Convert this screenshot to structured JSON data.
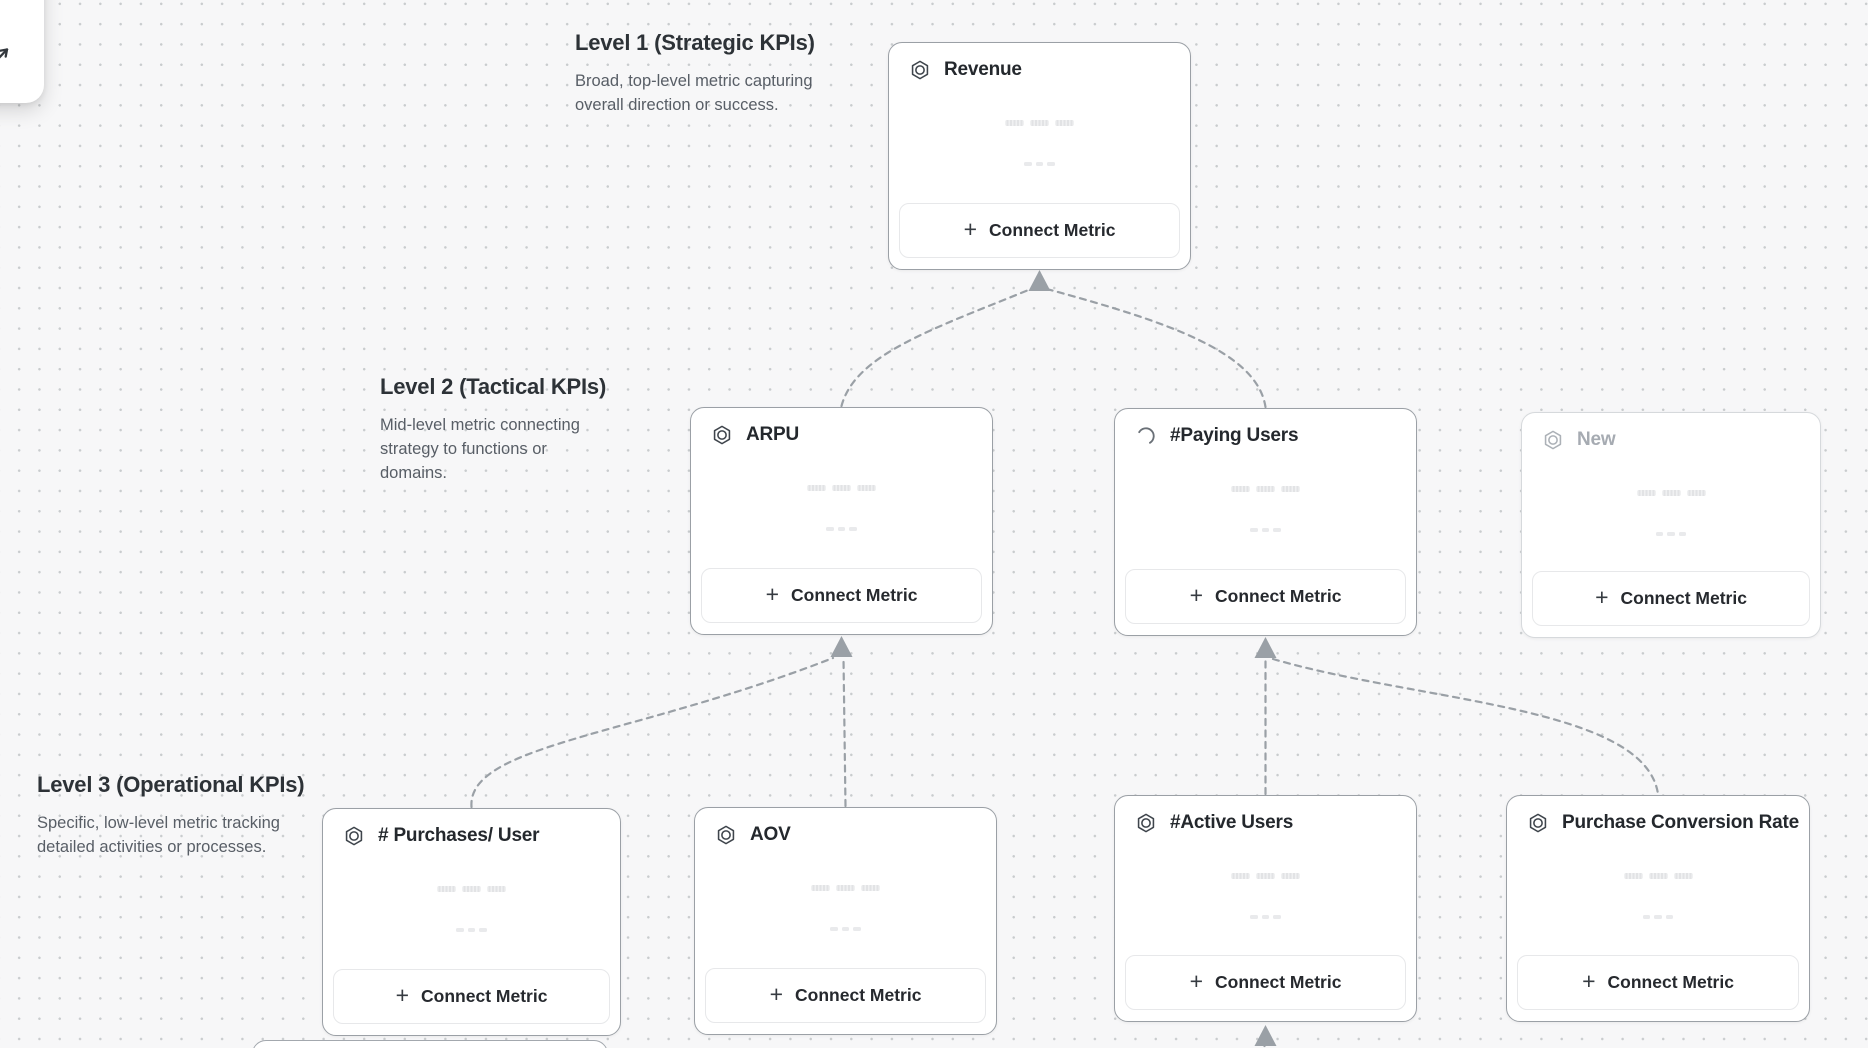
{
  "levels": [
    {
      "title": "Level 1 (Strategic KPIs)",
      "description": "Broad, top-level metric capturing overall direction or success."
    },
    {
      "title": "Level 2 (Tactical KPIs)",
      "description": "Mid-level metric connecting strategy to functions or domains."
    },
    {
      "title": "Level 3 (Operational KPIs)",
      "description": "Specific, low-level metric tracking detailed activities or processes."
    }
  ],
  "cards": [
    {
      "id": "revenue",
      "title": "Revenue",
      "icon": "metric-hexagon-icon",
      "state": "default",
      "level": 1
    },
    {
      "id": "arpu",
      "title": "ARPU",
      "icon": "metric-hexagon-icon",
      "state": "default",
      "level": 2
    },
    {
      "id": "paying-users",
      "title": "#Paying Users",
      "icon": "spinner-icon",
      "state": "loading",
      "level": 2
    },
    {
      "id": "new",
      "title": "New",
      "icon": "metric-hexagon-icon",
      "state": "draft",
      "level": 2
    },
    {
      "id": "purchases-per-user",
      "title": "# Purchases/ User",
      "icon": "metric-hexagon-icon",
      "state": "default",
      "level": 3
    },
    {
      "id": "aov",
      "title": "AOV",
      "icon": "metric-hexagon-icon",
      "state": "default",
      "level": 3
    },
    {
      "id": "active-users",
      "title": "#Active Users",
      "icon": "metric-hexagon-icon",
      "state": "default",
      "level": 3
    },
    {
      "id": "purchase-conversion-rate",
      "title": "Purchase Conversion Rate",
      "icon": "metric-hexagon-icon",
      "state": "default",
      "level": 3
    }
  ],
  "labels": {
    "plus": "+",
    "connect_metric": "Connect Metric"
  },
  "toolbar": {
    "icon": "cursor-arrow-icon"
  },
  "colors": {
    "canvas_background": "#f7f7f8",
    "grid_dot": "#c9ccce",
    "card_background": "#ffffff",
    "card_border": "#9ba0a6",
    "draft_border": "#d6d9dc",
    "title_text": "#24282d",
    "draft_text": "#a6abb2",
    "body_text": "#585e66",
    "connector": "#9aa0a6",
    "button_border": "#e7e8ea",
    "skeleton": "#e2e3e5"
  }
}
